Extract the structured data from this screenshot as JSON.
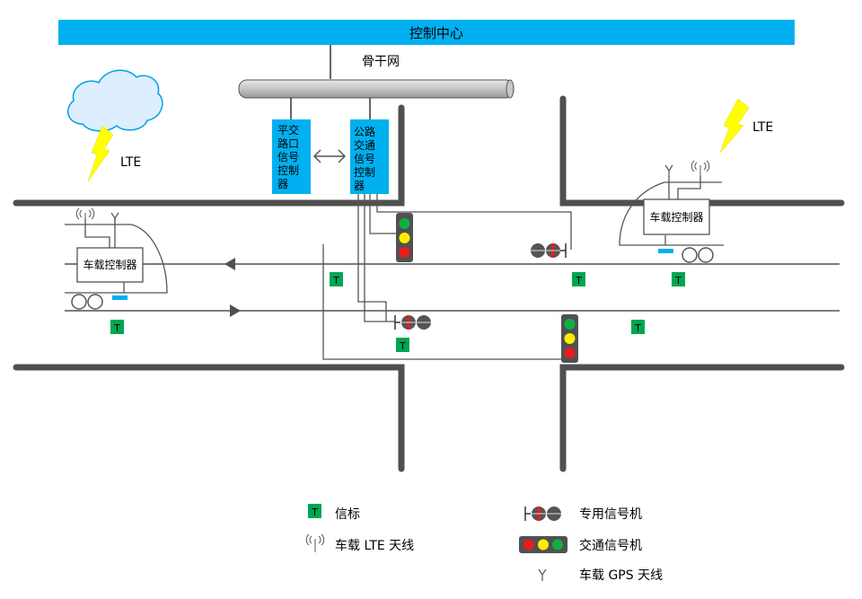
{
  "header": {
    "title": "控制中心"
  },
  "backbone": {
    "label": "骨干网"
  },
  "lte": {
    "label": "LTE"
  },
  "controllers": {
    "crossing": [
      "平交",
      "路口",
      "信号",
      "控制",
      "器"
    ],
    "road": [
      "公路",
      "交通",
      "信号",
      "控制",
      "器"
    ]
  },
  "vehicle": {
    "controller_label": "车载控制器"
  },
  "beacon": {
    "letter": "T"
  },
  "legend": {
    "beacon": "信标",
    "lte_antenna": "车载 LTE 天线",
    "dedicated_signal": "专用信号机",
    "traffic_signal": "交通信号机",
    "gps_antenna": "车载 GPS 天线"
  },
  "colors": {
    "header_bg": "#00b0f0",
    "controller_bg": "#00b0f0",
    "road": "#505050",
    "track": "#505050",
    "beacon": "#00a651",
    "signal_red": "#e81c1c",
    "signal_yellow": "#ffee00",
    "signal_green": "#10b040",
    "lightning": "#ffff00",
    "cloud_fill": "#ddeeff",
    "cloud_stroke": "#00a0e0",
    "transponder": "#00b0f0"
  }
}
